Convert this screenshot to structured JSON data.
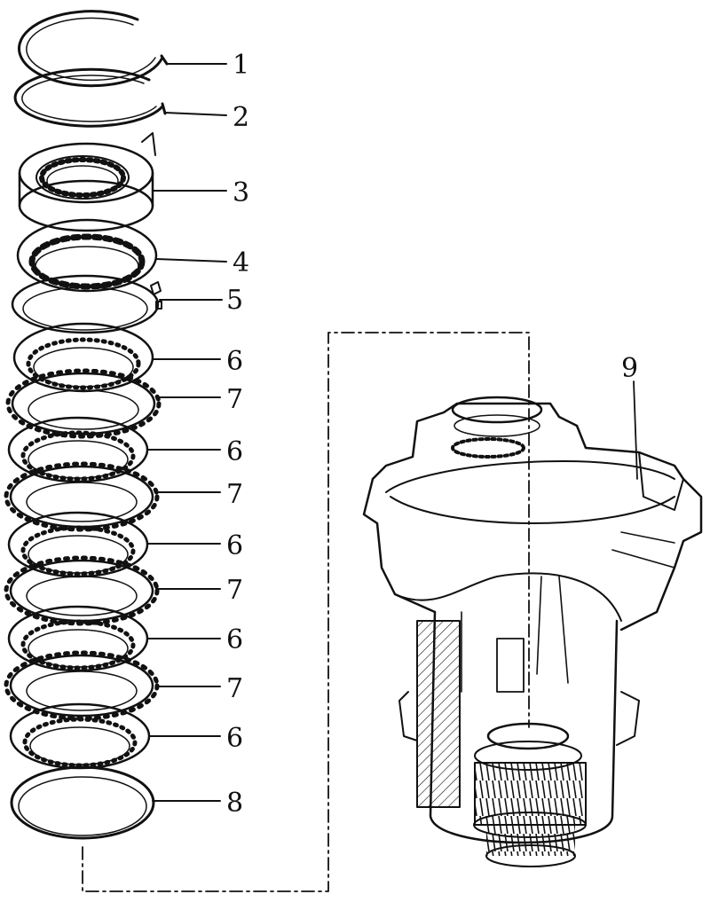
{
  "diagram": {
    "callouts": [
      {
        "label": "1"
      },
      {
        "label": "2"
      },
      {
        "label": "3"
      },
      {
        "label": "4"
      },
      {
        "label": "5"
      },
      {
        "label": "6"
      },
      {
        "label": "7"
      },
      {
        "label": "6"
      },
      {
        "label": "7"
      },
      {
        "label": "6"
      },
      {
        "label": "7"
      },
      {
        "label": "6"
      },
      {
        "label": "7"
      },
      {
        "label": "6"
      },
      {
        "label": "8"
      },
      {
        "label": "9"
      }
    ]
  }
}
